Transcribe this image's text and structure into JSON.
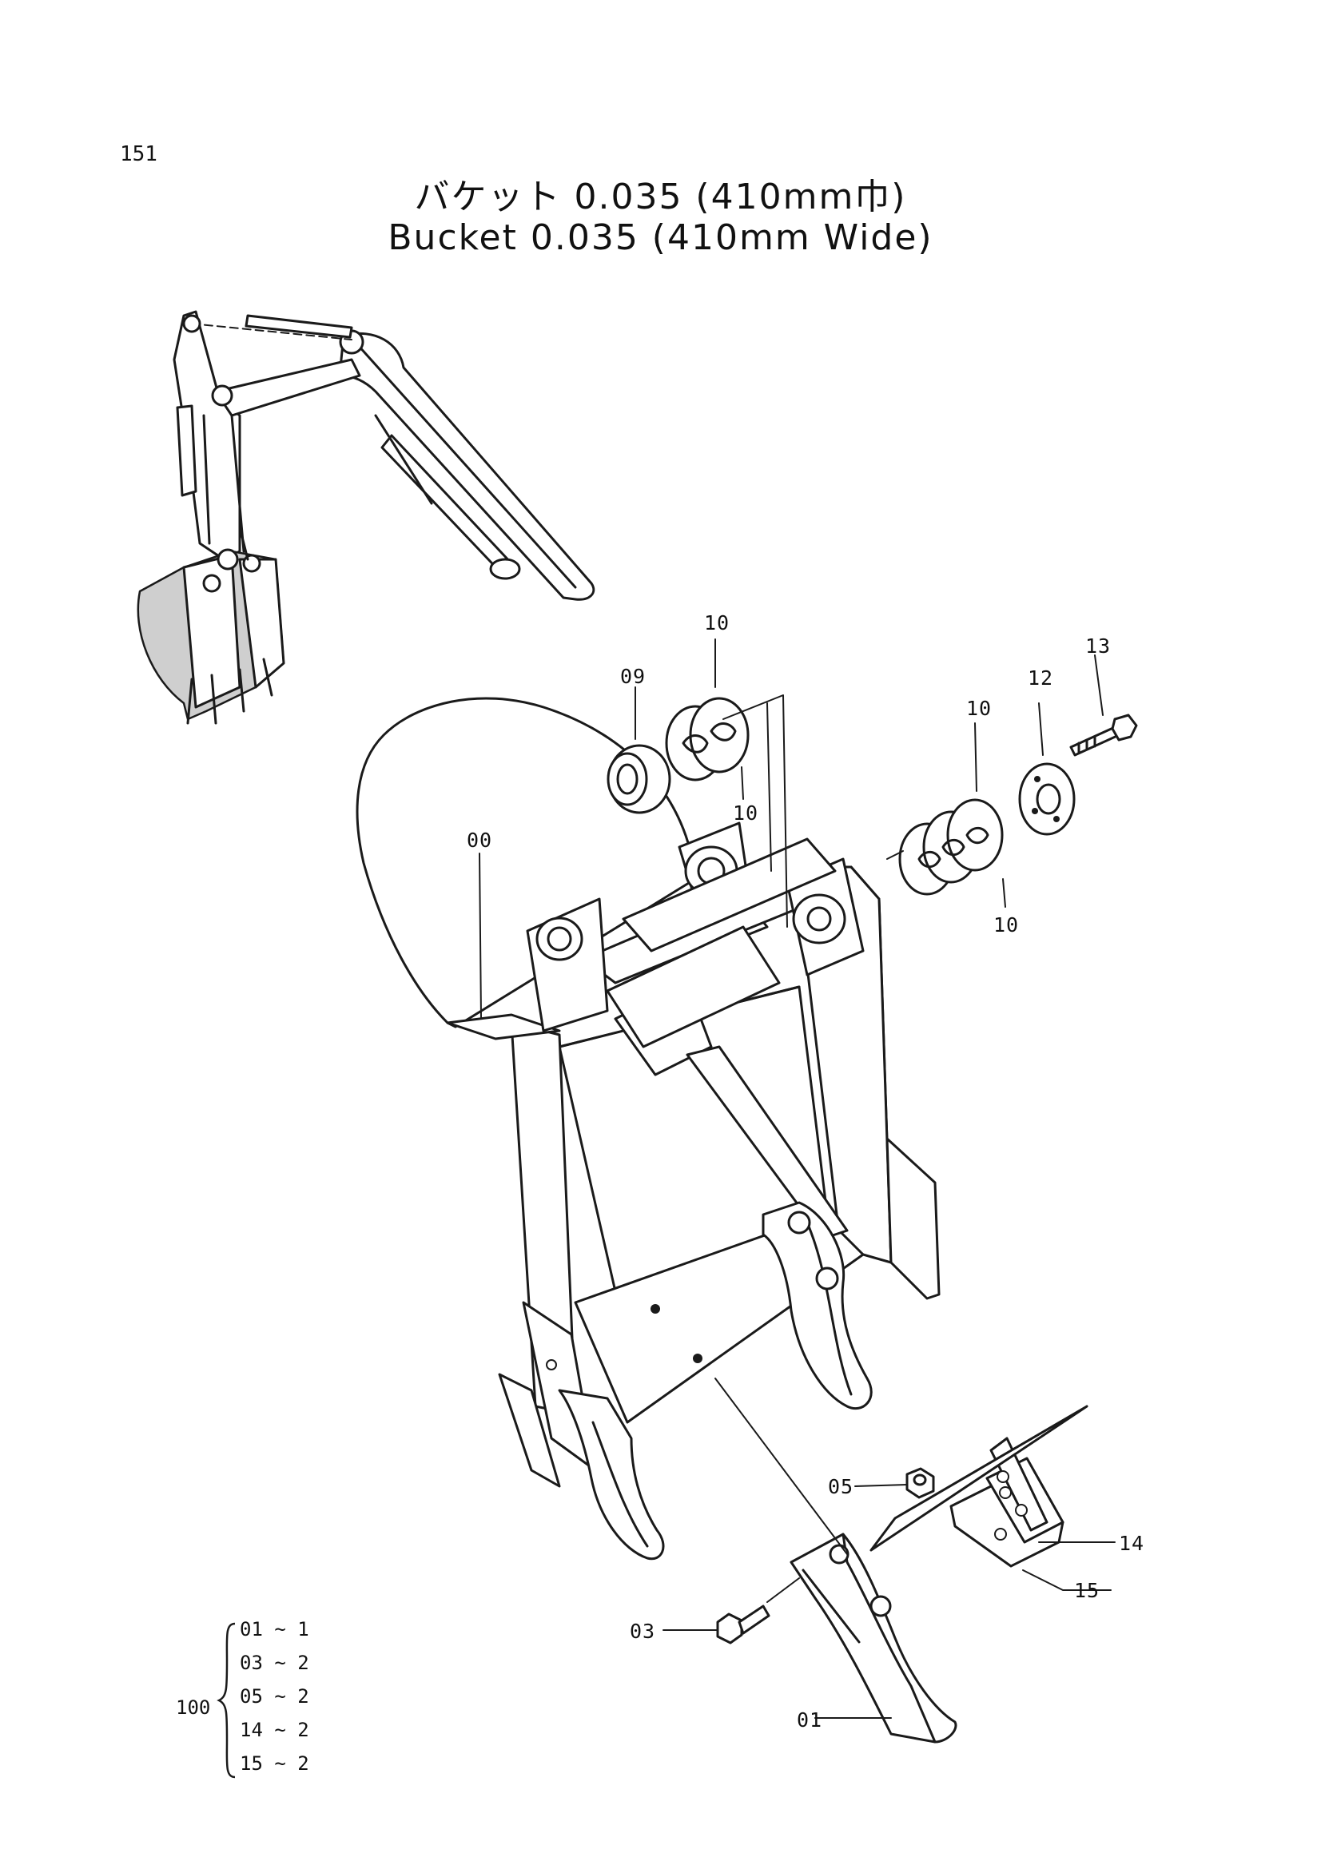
{
  "page_number": "151",
  "title": {
    "japanese": "バケット 0.035 (410mm巾)",
    "english": "Bucket 0.035 (410mm Wide)"
  },
  "callouts": {
    "c00": "00",
    "c01": "01",
    "c03": "03",
    "c05": "05",
    "c09": "09",
    "c10a": "10",
    "c10b": "10",
    "c10c": "10",
    "c10d": "10",
    "c12": "12",
    "c13": "13",
    "c14": "14",
    "c15": "15"
  },
  "kit": {
    "number": "100",
    "items": [
      "01 ~ 1",
      "03 ~ 2",
      "05 ~ 2",
      "14 ~ 2",
      "15 ~ 2"
    ]
  }
}
